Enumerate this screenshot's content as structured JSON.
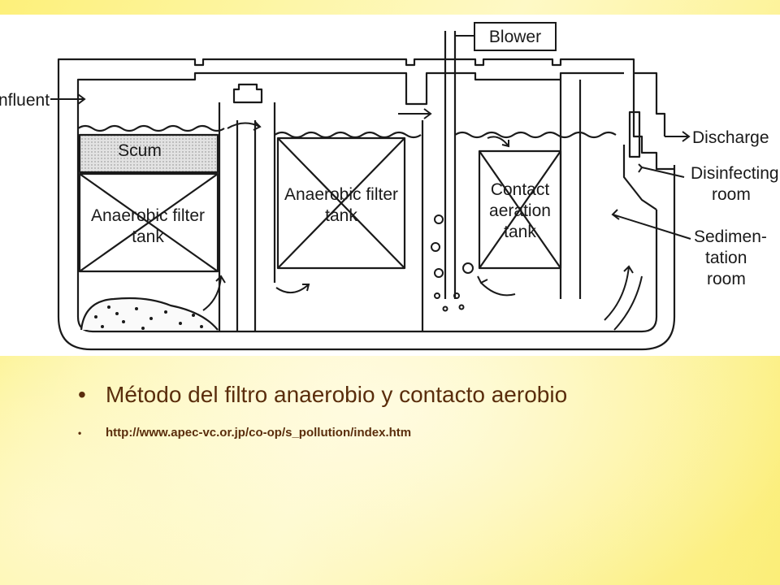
{
  "diagram": {
    "labels": {
      "blower": "Blower",
      "influent": "nfluent",
      "scum": "Scum",
      "tank1_line1": "Anaerobic filter",
      "tank1_line2": "tank",
      "tank2_line1": "Anaerobic filter",
      "tank2_line2": "tank",
      "tank3_line1": "Contact",
      "tank3_line2": "aeration",
      "tank3_line3": "tank",
      "discharge": "Discharge",
      "disinfecting_line1": "Disinfecting",
      "disinfecting_line2": "room",
      "sedimentation_line1": "Sedimen-",
      "sedimentation_line2": "tation",
      "sedimentation_line3": "room"
    }
  },
  "bullets": [
    {
      "text": "Método del filtro anaerobio y contacto aerobio"
    },
    {
      "text": "http://www.apec-vc.or.jp/co-op/s_pollution/index.htm"
    }
  ],
  "colors": {
    "bullet_text": "#5a2d0c",
    "background_yellow": "#fdf07a"
  }
}
